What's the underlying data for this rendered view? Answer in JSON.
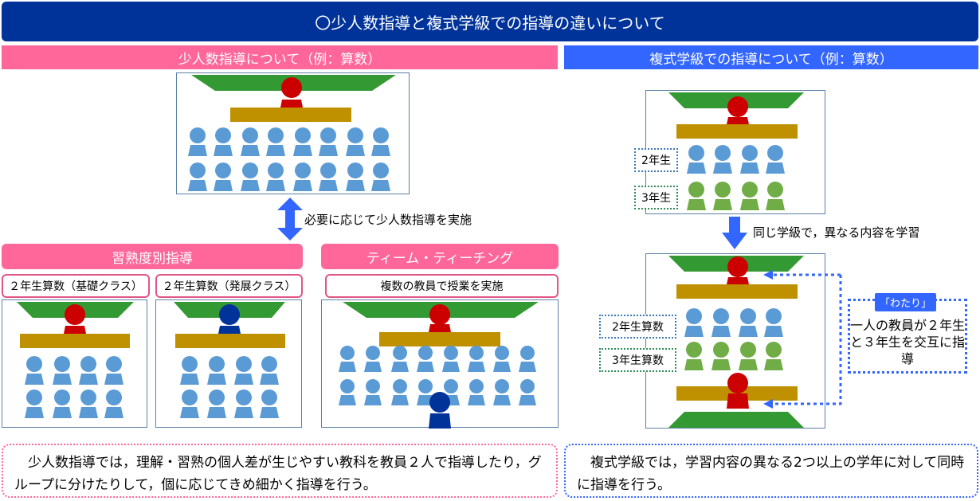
{
  "title": "〇少人数指導と複式学級での指導の違いについて",
  "left": {
    "header": "少人数指導について（例：算数）",
    "arrow_caption": "必要に応じて少人数指導を実施",
    "juku_header": "習熟度別指導",
    "team_header": "ティーム・ティーチング",
    "basic_label": "２年生算数（基礎クラス）",
    "advanced_label": "２年生算数（発展クラス）",
    "team_label": "複数の教員で授業を実施",
    "summary": "　少人数指導では，理解・習熟の個人差が生じやすい教科を教員２人で指導したり，グループに分けたりして，個に応じてきめ細かく指導を行う。"
  },
  "right": {
    "header": "複式学級での指導について（例：算数）",
    "grade2": "2年生",
    "grade3": "3年生",
    "arrow_caption": "同じ学級で，異なる内容を学習",
    "grade2_math": "2年生算数",
    "grade3_math": "3年生算数",
    "watari_tag": "「わたり」",
    "watari_text": "一人の教員が２年生と３年生を交互に指導",
    "summary": "　複式学級では，学習内容の異なる2つ以上の学年に対して同時に指導を行う。"
  },
  "colors": {
    "title_bg": "#003399",
    "pink": "#ff6699",
    "blue": "#3366ff",
    "student_blue": "#5b9bd5",
    "student_green": "#70ad47",
    "teacher_red": "#cc0000",
    "teacher_navy": "#003399",
    "desk": "#bf9000",
    "blackboard": "#339933"
  }
}
